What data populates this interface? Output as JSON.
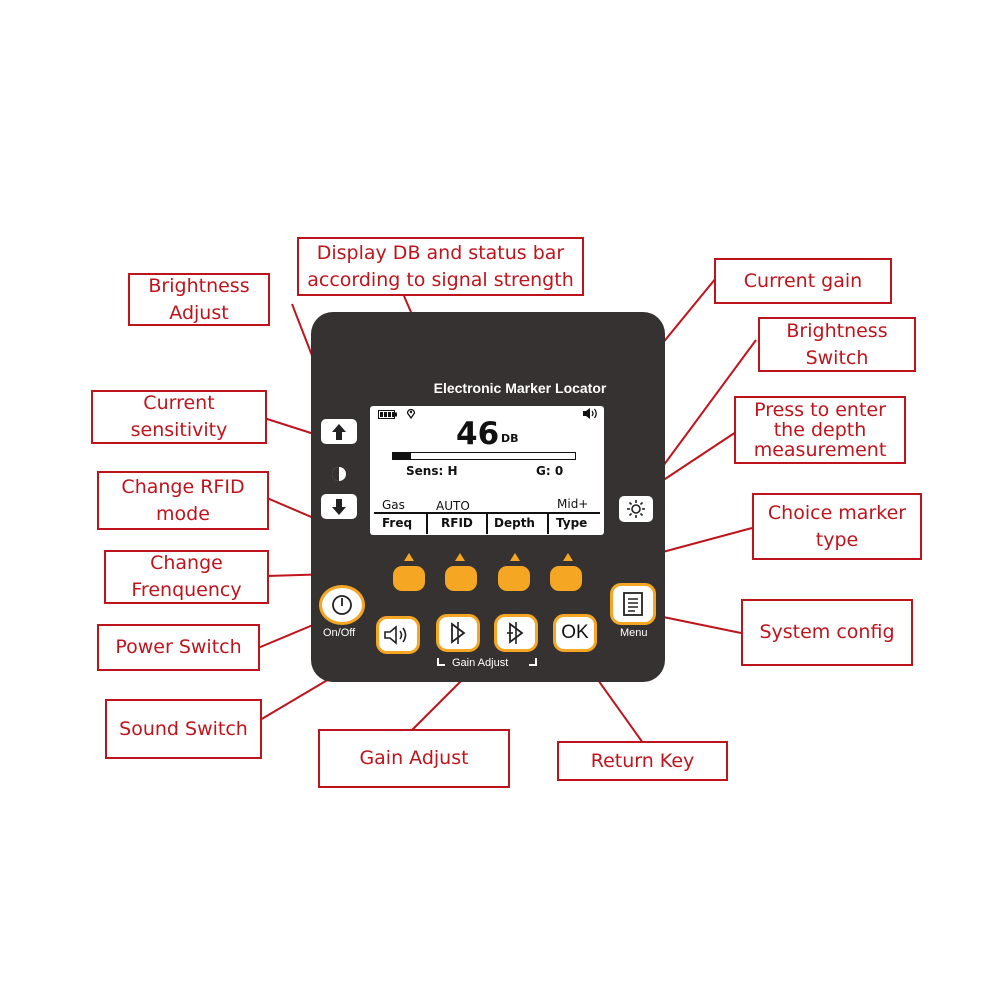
{
  "device": {
    "title": "Electronic Marker Locator",
    "screen": {
      "db_value": "46",
      "db_unit": "DB",
      "signal_strength_fraction": 0.1,
      "sensitivity": "Sens: H",
      "gain": "G: 0",
      "softkey_status": [
        "Gas",
        "AUTO",
        "",
        "Mid+"
      ],
      "softkey_labels": [
        "Freq",
        "RFID",
        "Depth",
        "Type"
      ]
    },
    "power_label": "On/Off",
    "gain_adjust_label": "Gain  Adjust",
    "ok_label": "OK",
    "menu_label": "Menu"
  },
  "callouts": {
    "brightness_adjust": "Brightness\nAdjust",
    "display_db": "Display DB  and status bar\naccording to signal strength",
    "current_gain": "Current gain",
    "brightness_switch": "Brightness\nSwitch",
    "current_sensitivity": "Current\nsensitivity",
    "depth": "Press to enter\nthe depth\nmeasurement",
    "rfid_mode": "Change RFID\nmode",
    "marker_type": "Choice marker\ntype",
    "change_frequency": "Change\nFrenquency",
    "power_switch": "Power Switch",
    "system_config": "System config",
    "sound_switch": "Sound Switch",
    "gain_adjust": "Gain Adjust",
    "return_key": "Return Key"
  },
  "colors": {
    "callout": "#c0141c",
    "panel": "#373232",
    "button_accent": "#f5a623"
  }
}
